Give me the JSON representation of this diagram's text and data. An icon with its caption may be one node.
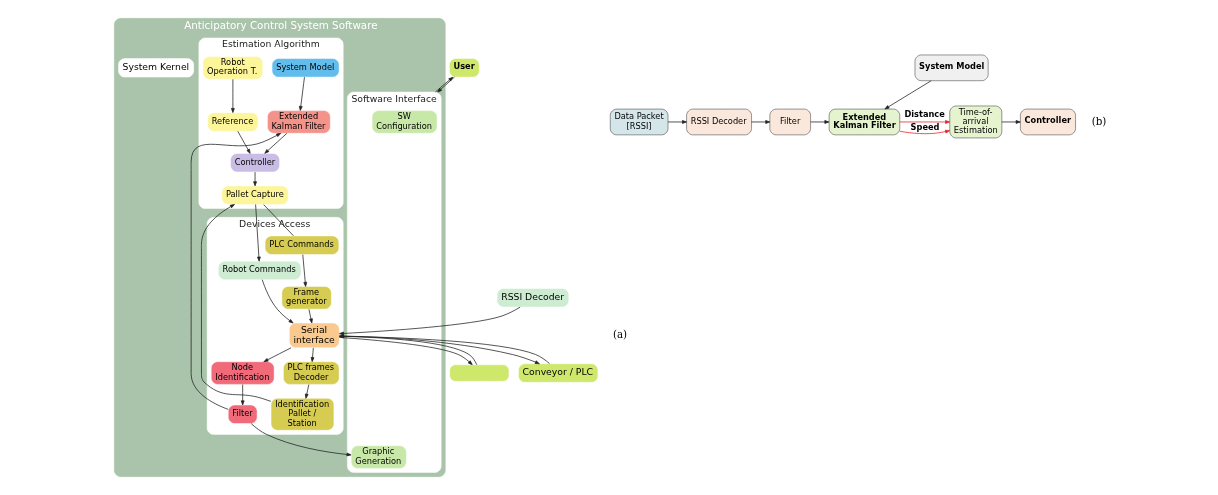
{
  "diagram": {
    "nodes": [
      {
        "text": [
          "User"
        ]
      },
      {
        "text": [
          "Anticipatory Control System Software"
        ]
      },
      {
        "text": [
          "Software Interface"
        ],
        "in": 1
      },
      {
        "text": [
          "SW Configuration"
        ],
        "in": 2
      },
      {
        "text": [
          "Graphic Generation"
        ],
        "in": 2
      },
      {
        "text": [
          "System Kernel"
        ],
        "in": 1
      },
      {
        "text": [
          "Estimation Algorithm"
        ],
        "in": 1
      },
      {
        "text": [
          "System Model"
        ],
        "in": 6
      },
      {
        "text": [
          "Extended Kalman Filter"
        ],
        "in": 6
      },
      {
        "text": [
          "Reference"
        ],
        "in": 6
      },
      {
        "text": [
          "Controller"
        ],
        "in": 6
      },
      {
        "text": [
          "Robot Operation T."
        ],
        "in": 6
      },
      {
        "text": [
          "Pallet Capture"
        ],
        "in": 6
      },
      {
        "text": [
          "Devices Access"
        ],
        "in": 1
      },
      {
        "text": [
          "Filter"
        ],
        "in": 13
      },
      {
        "text": [
          "Node Identification"
        ],
        "in": 13
      },
      {
        "text": [
          "Robot Commands"
        ],
        "in": 13
      },
      {
        "text": [
          "PLC Commands"
        ],
        "in": 13
      },
      {
        "text": [
          "Frame generator"
        ],
        "in": 13
      },
      {
        "text": [
          "Identification Pallet / Station"
        ],
        "in": 13
      },
      {
        "text": [
          "PLC frames Decoder"
        ],
        "in": 13
      },
      {
        "text": [
          "Serial interface"
        ],
        "in": 13
      },
      {
        "text": [
          "RSSI Decoder"
        ]
      },
      {
        "text": [],
        "shape": "box"
      },
      {
        "text": [
          "Conveyor / PLC"
        ]
      },
      {
        "text": [
          "Data Packet [RSSI]"
        ]
      },
      {
        "text": [
          "RSSI Decoder"
        ]
      },
      {
        "text": [
          "Filter"
        ]
      },
      {
        "text": [
          "Extended Kalman Filter"
        ]
      },
      {
        "text": [
          "Time-of-arrival Estimation"
        ]
      },
      {
        "text": [
          "Controller"
        ]
      },
      {
        "text": [
          "System Model"
        ]
      }
    ],
    "edges": [
      {
        "from": 0,
        "to": 2,
        "arrow": "to"
      },
      {
        "from": 2,
        "to": 0,
        "arrow": "to"
      },
      {
        "from": 14,
        "to": 4,
        "arrow": "to"
      },
      {
        "from": 14,
        "to": 8,
        "arrow": "to"
      },
      {
        "from": 7,
        "to": 8,
        "arrow": "to"
      },
      {
        "from": 8,
        "to": 10,
        "arrow": "to"
      },
      {
        "from": 9,
        "to": 10,
        "arrow": "to"
      },
      {
        "from": 11,
        "to": 9,
        "arrow": "to"
      },
      {
        "from": 10,
        "to": 12,
        "arrow": "to"
      },
      {
        "from": 12,
        "to": 16,
        "arrow": "to"
      },
      {
        "from": 12,
        "to": 17,
        "arrow": "none"
      },
      {
        "from": 19,
        "to": 12,
        "arrow": "to"
      },
      {
        "from": 15,
        "to": 14,
        "arrow": "to"
      },
      {
        "from": 21,
        "to": 15,
        "arrow": "to"
      },
      {
        "from": 16,
        "to": 21,
        "arrow": "to"
      },
      {
        "from": 17,
        "to": 18,
        "arrow": "to"
      },
      {
        "from": 18,
        "to": 21,
        "arrow": "to"
      },
      {
        "from": 20,
        "to": 19,
        "arrow": "to"
      },
      {
        "from": 21,
        "to": 20,
        "arrow": "to"
      },
      {
        "from": 22,
        "to": 21,
        "arrow": "to"
      },
      {
        "from": 23,
        "to": 21,
        "arrow": "to"
      },
      {
        "from": 21,
        "to": 23,
        "arrow": "to"
      },
      {
        "from": 24,
        "to": 21,
        "arrow": "to"
      },
      {
        "from": 21,
        "to": 24,
        "arrow": "to"
      },
      {
        "from": 25,
        "to": 26,
        "arrow": "to"
      },
      {
        "from": 26,
        "to": 27,
        "arrow": "to"
      },
      {
        "from": 27,
        "to": 28,
        "arrow": "to"
      },
      {
        "from": 28,
        "to": 29,
        "arrow": "to",
        "label": "Distance",
        "color": "#e8202a"
      },
      {
        "from": 28,
        "to": 29,
        "arrow": "to",
        "label": "Speed",
        "color": "#e8202a"
      },
      {
        "from": 29,
        "to": 30,
        "arrow": "to"
      },
      {
        "from": 31,
        "to": 28,
        "arrow": "to"
      }
    ],
    "labels": [
      "(a)",
      "(b)"
    ]
  }
}
